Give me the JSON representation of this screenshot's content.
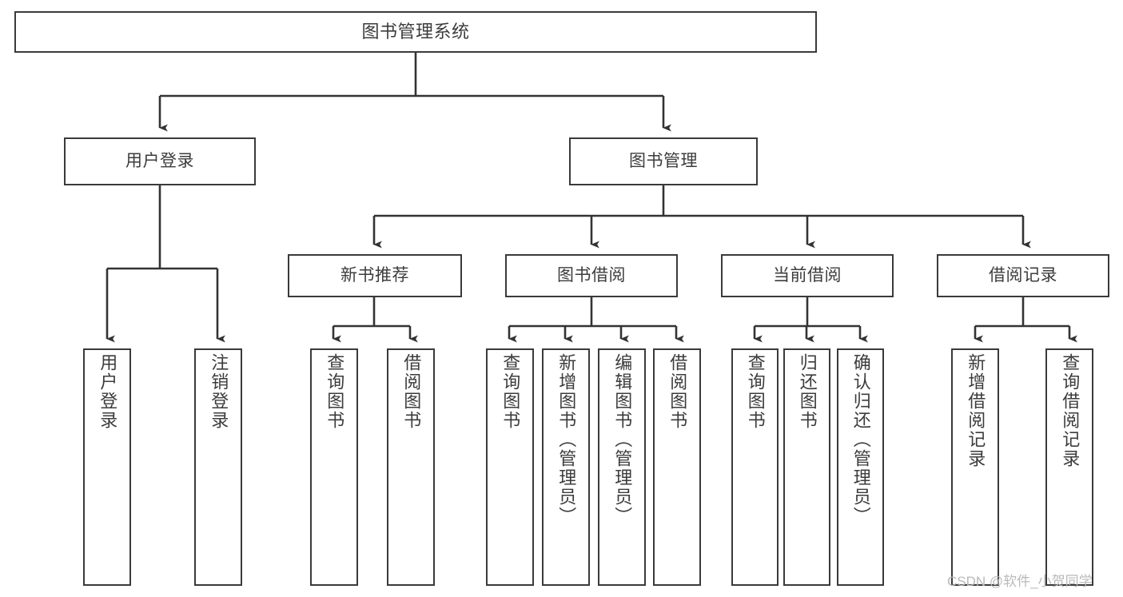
{
  "diagram": {
    "title": "图书管理系统",
    "type": "tree-hierarchy",
    "orientation": "top-down",
    "colors": {
      "box_border": "#3a3a3a",
      "box_fill": "#ffffff",
      "connector": "#333333",
      "text": "#3c3c3c",
      "watermark": "#b9b9b9",
      "background": "#ffffff"
    }
  },
  "root": {
    "label": "图书管理系统"
  },
  "level2": [
    {
      "label": "用户登录"
    },
    {
      "label": "图书管理"
    }
  ],
  "level3": [
    {
      "label": "新书推荐"
    },
    {
      "label": "图书借阅"
    },
    {
      "label": "当前借阅"
    },
    {
      "label": "借阅记录"
    }
  ],
  "leaves": {
    "user_login": [
      {
        "label": "用户登录"
      },
      {
        "label": "注销登录"
      }
    ],
    "new_book_recommend": [
      {
        "label": "查询图书"
      },
      {
        "label": "借阅图书"
      }
    ],
    "book_borrow": [
      {
        "label": "查询图书"
      },
      {
        "label": "新增图书（管理员）"
      },
      {
        "label": "编辑图书（管理员）"
      },
      {
        "label": "借阅图书"
      }
    ],
    "current_borrow": [
      {
        "label": "查询图书"
      },
      {
        "label": "归还图书"
      },
      {
        "label": "确认归还（管理员）"
      }
    ],
    "borrow_record": [
      {
        "label": "新增借阅记录"
      },
      {
        "label": "查询借阅记录"
      }
    ]
  },
  "watermark": {
    "text": "CSDN @软件_小贺同学"
  }
}
